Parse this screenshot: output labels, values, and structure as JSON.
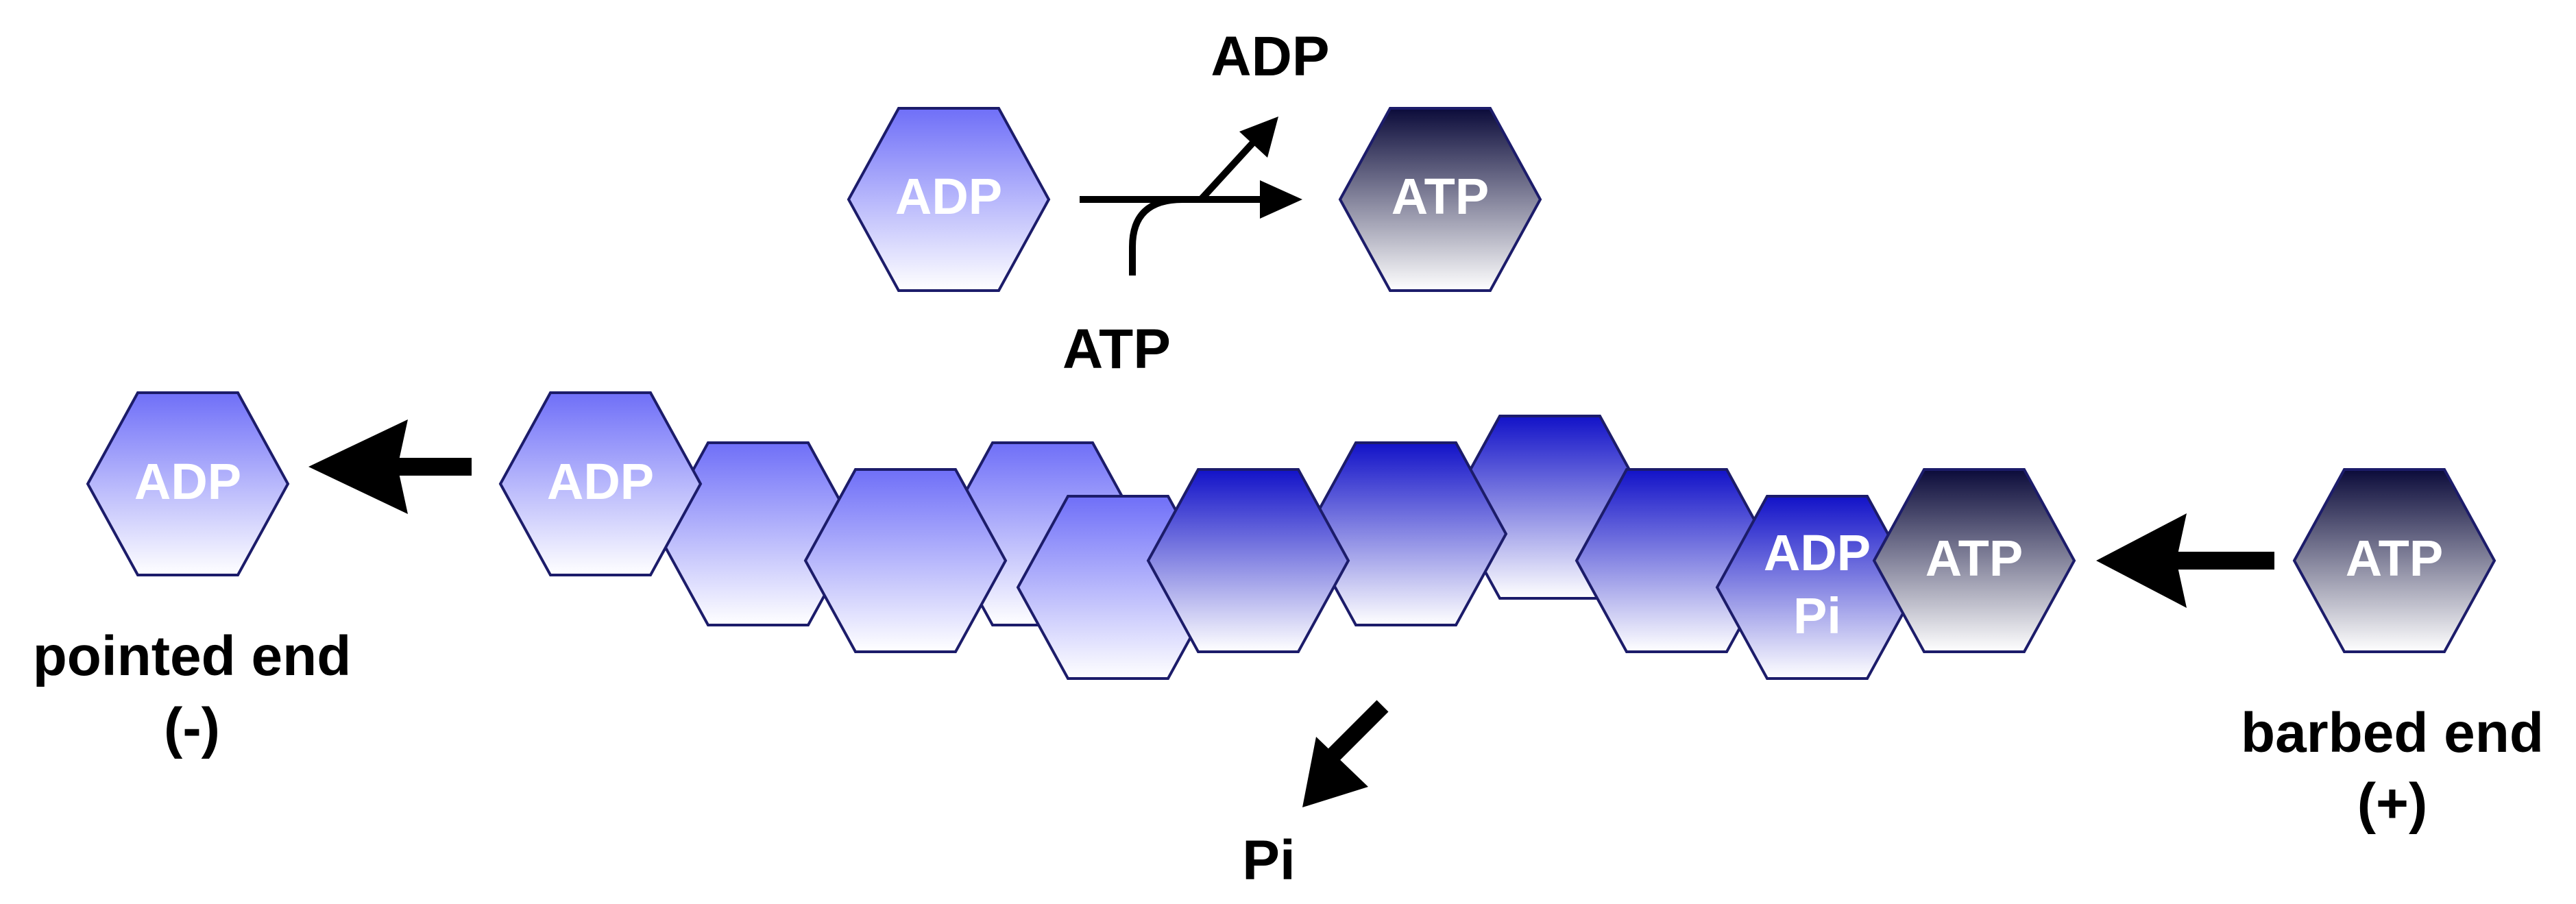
{
  "colors": {
    "adp_light_top": "#6f6ff8",
    "adp_light_bottom": "#ffffff",
    "adp_dark_top": "#1212c8",
    "adp_dark_bottom": "#ffffff",
    "atp_top": "#0b0b3a",
    "atp_bottom": "#ffffff",
    "outline": "#1c1c6a",
    "arrow": "#000000"
  },
  "exchange": {
    "left_label": "ADP",
    "right_label": "ATP",
    "released_label": "ADP",
    "incoming_label": "ATP"
  },
  "filament": {
    "adp_label": "ADP",
    "adp_pi_label_top": "ADP",
    "adp_pi_label_bottom": "Pi",
    "atp_label": "ATP",
    "released_phosphate": "Pi"
  },
  "pointed": {
    "monomer_label": "ADP",
    "caption_line1": "pointed end",
    "caption_line2": "(-)"
  },
  "barbed": {
    "monomer_label": "ATP",
    "caption_line1": "barbed end",
    "caption_line2": "(+)"
  }
}
